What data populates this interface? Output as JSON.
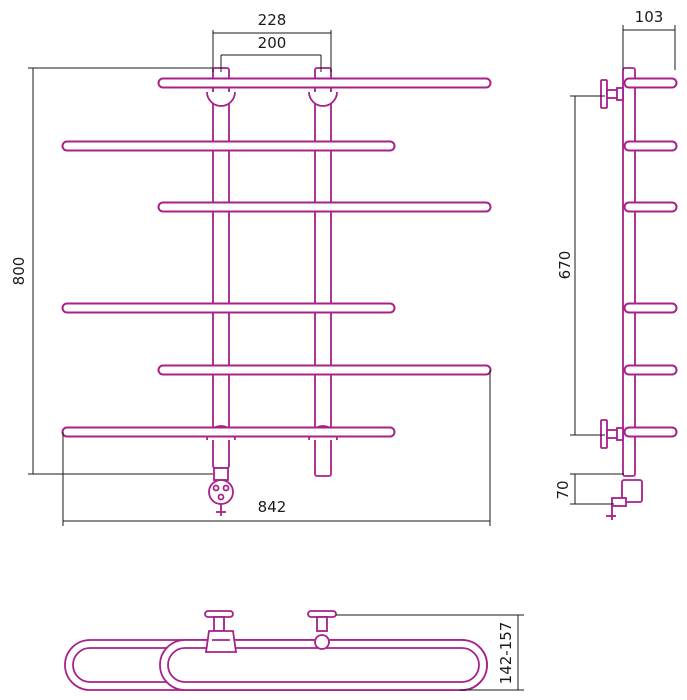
{
  "colors": {
    "tube": "#a8208a",
    "dimension": "#1a1a1a",
    "background": "#ffffff"
  },
  "dimensions": {
    "top_outer": "228",
    "top_inner": "200",
    "height": "800",
    "width": "842",
    "side_depth": "103",
    "side_mount": "670",
    "side_heater": "70",
    "bottom_depth": "142-157"
  },
  "front_view": {
    "shelf_count": 6
  },
  "side_view": {
    "shelf_count": 6
  },
  "icons": {
    "heater": "heating-element-icon",
    "bracket": "wall-bracket-icon"
  }
}
